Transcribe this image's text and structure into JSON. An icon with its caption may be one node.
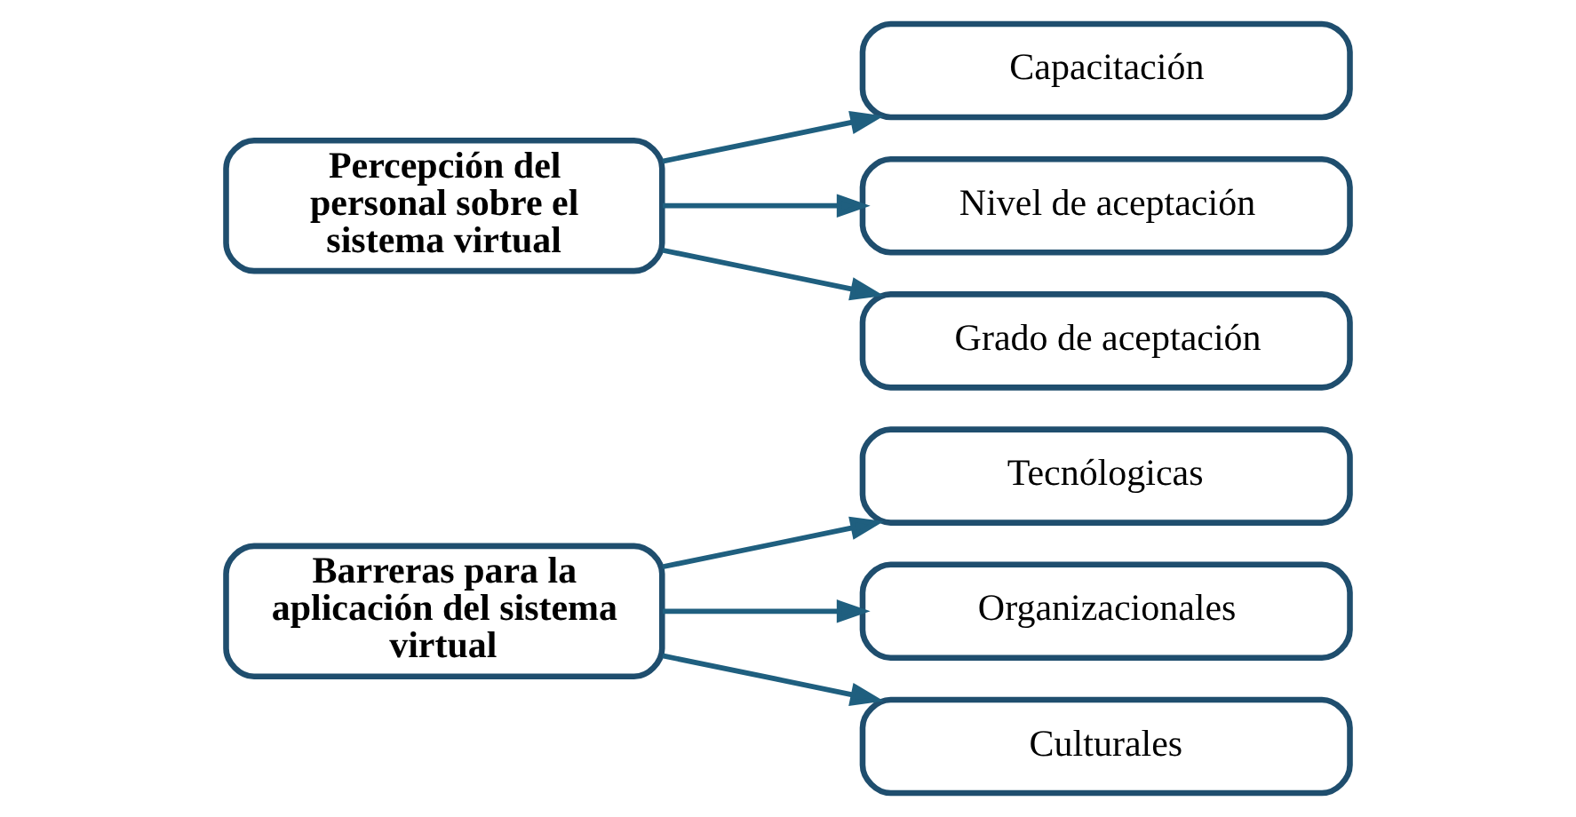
{
  "diagram": {
    "nodes": [
      {
        "text": [
          "Barreras para la aplicación del sistema virtual"
        ]
      },
      {
        "text": [
          "Tecnólogicas"
        ]
      },
      {
        "text": [
          "Organizacionales"
        ]
      },
      {
        "text": [
          "Culturales"
        ]
      },
      {
        "text": [
          "Percepción del personal sobre el sistema virtual"
        ]
      },
      {
        "text": [
          "Capacitación"
        ]
      },
      {
        "text": [
          "Nivel de aceptación"
        ]
      },
      {
        "text": [
          "Grado de aceptación"
        ]
      }
    ],
    "edges": [
      {
        "from": 0,
        "to": 1,
        "arrow": "to"
      },
      {
        "from": 0,
        "to": 2,
        "arrow": "to"
      },
      {
        "from": 0,
        "to": 3,
        "arrow": "to"
      },
      {
        "from": 4,
        "to": 5,
        "arrow": "to"
      },
      {
        "from": 4,
        "to": 6,
        "arrow": "to"
      },
      {
        "from": 4,
        "to": 7,
        "arrow": "to"
      }
    ]
  }
}
